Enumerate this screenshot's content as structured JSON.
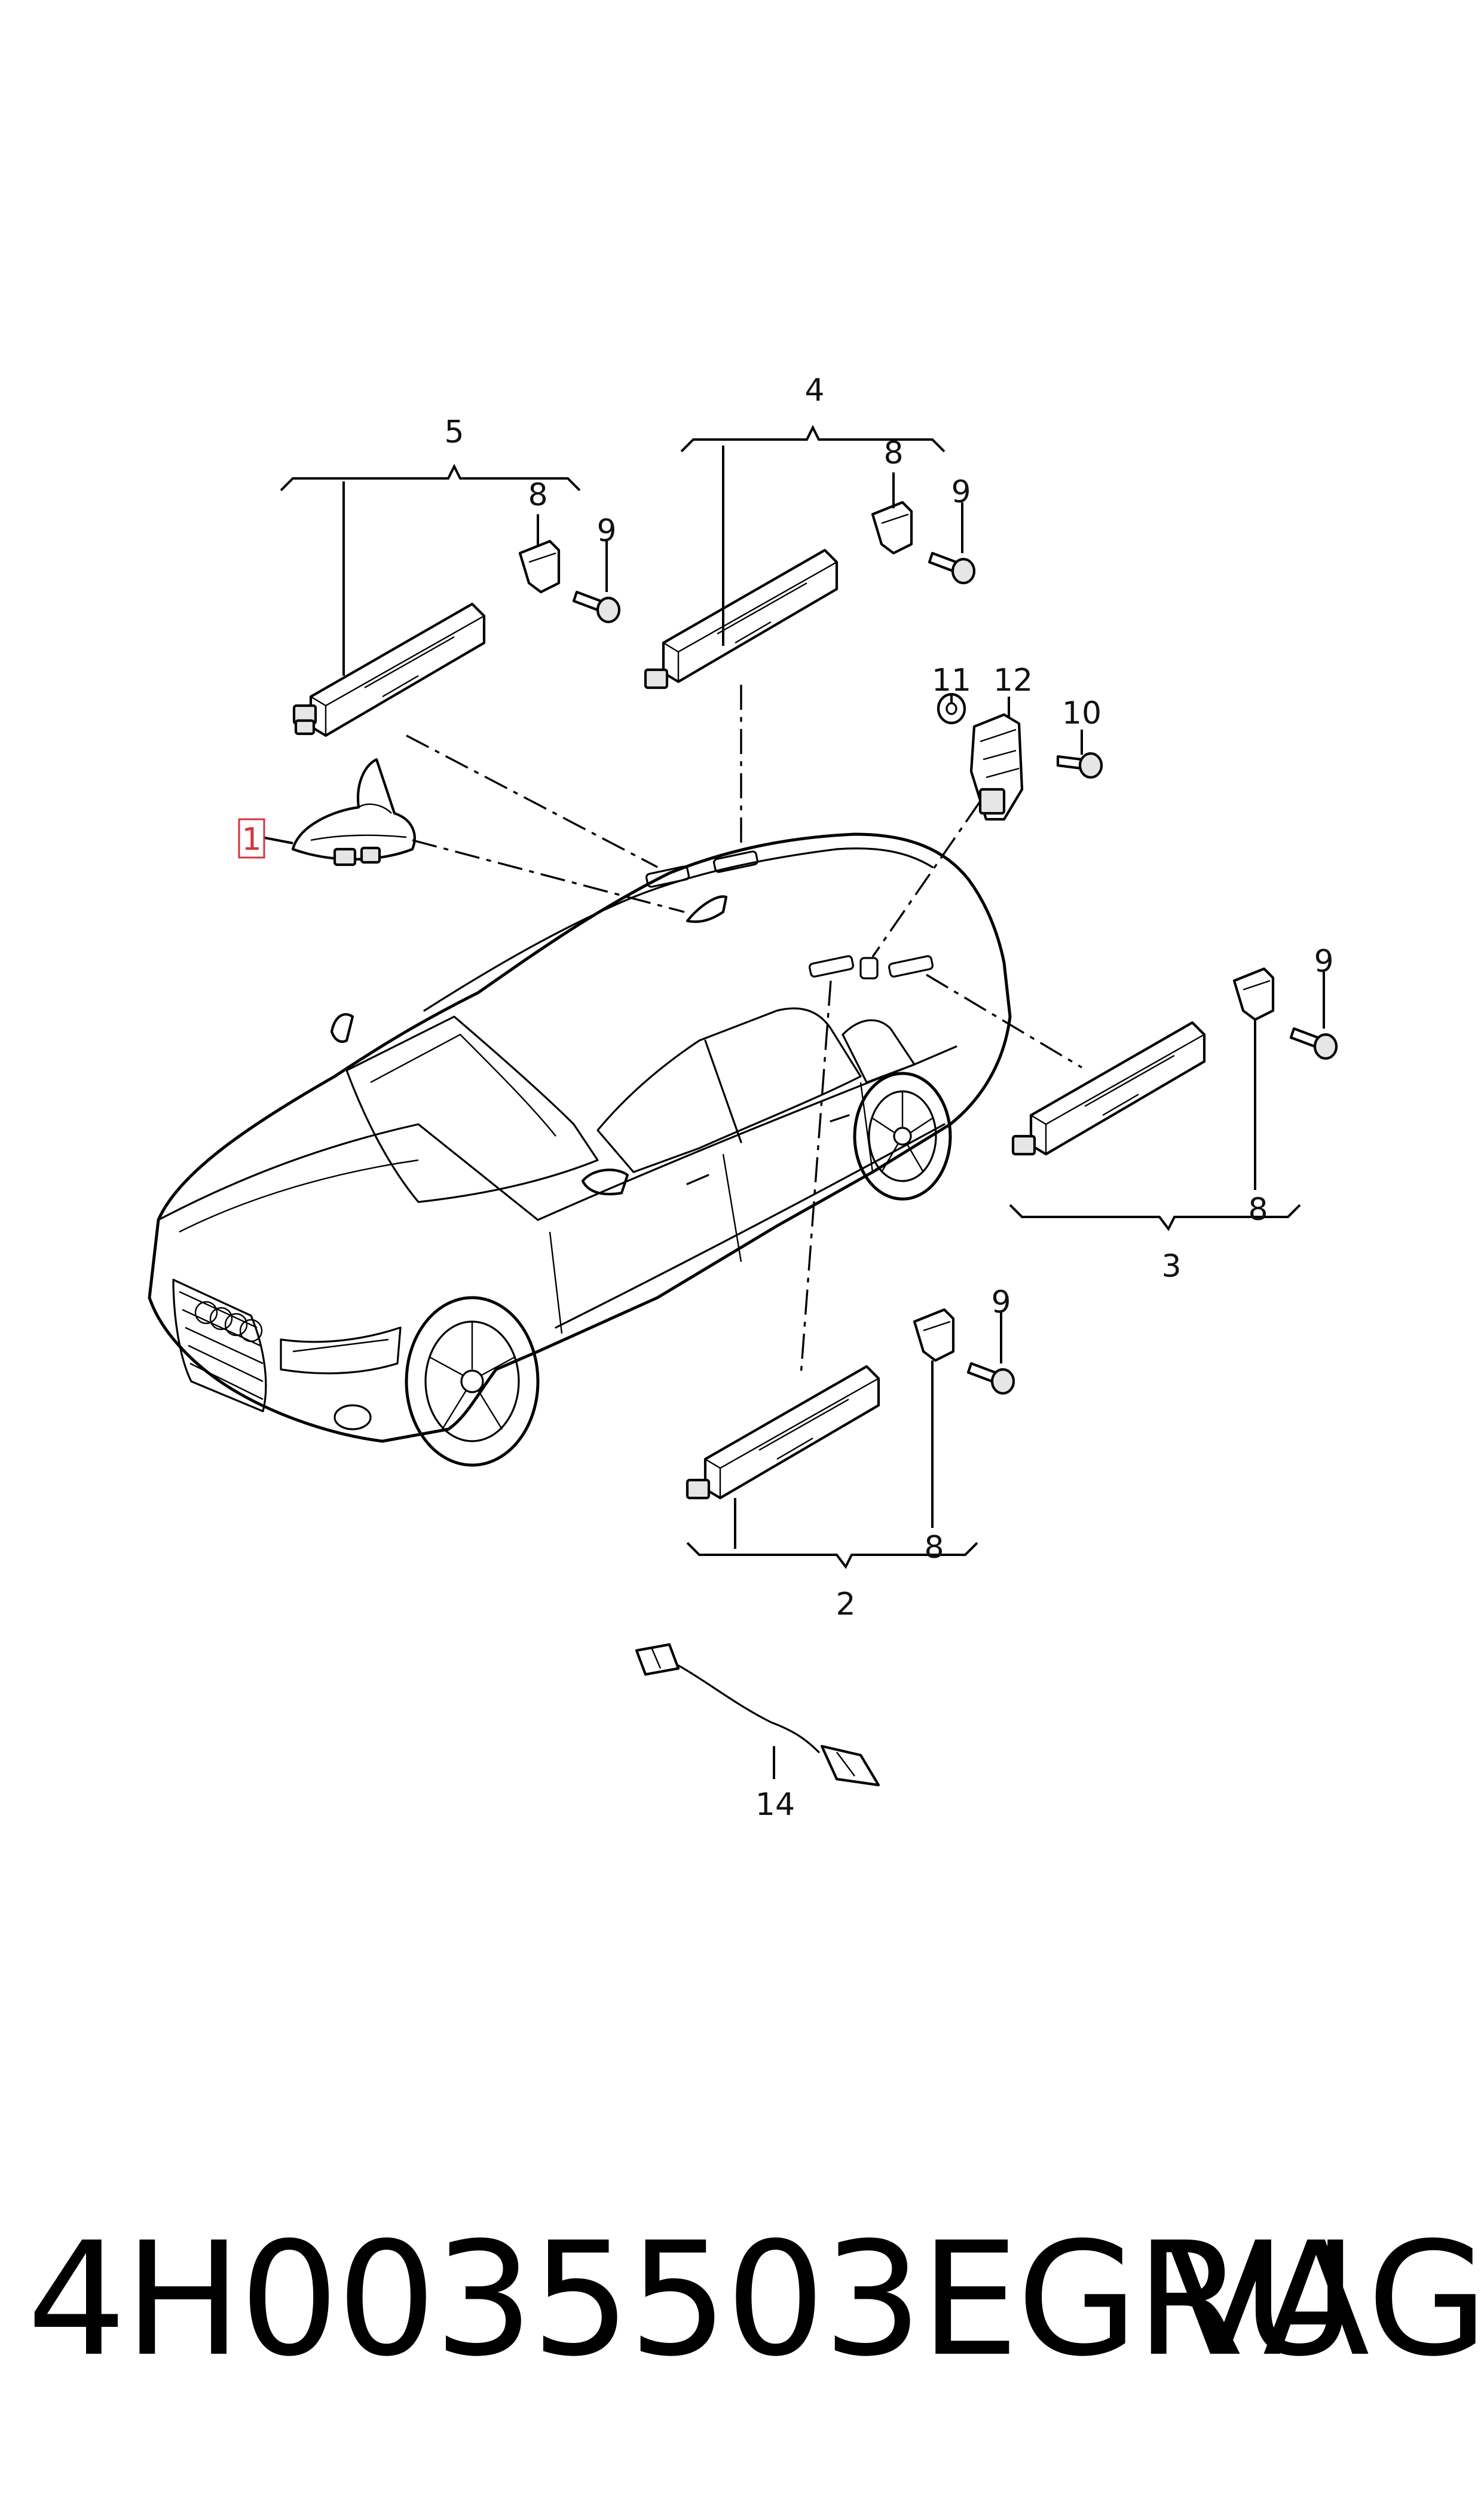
{
  "diagram": {
    "callouts": {
      "c1": "1",
      "c2": "2",
      "c3": "3",
      "c4": "4",
      "c5": "5",
      "c8a": "8",
      "c8b": "8",
      "c8c": "8",
      "c8d": "8",
      "c9a": "9",
      "c9b": "9",
      "c9c": "9",
      "c9d": "9",
      "c10": "10",
      "c11": "11",
      "c12": "12",
      "c14": "14"
    },
    "highlighted_callout": "1",
    "highlight_color": "#d8313b"
  },
  "footer": {
    "part_number": "4H0035503EGRU",
    "brand": "VAG"
  }
}
